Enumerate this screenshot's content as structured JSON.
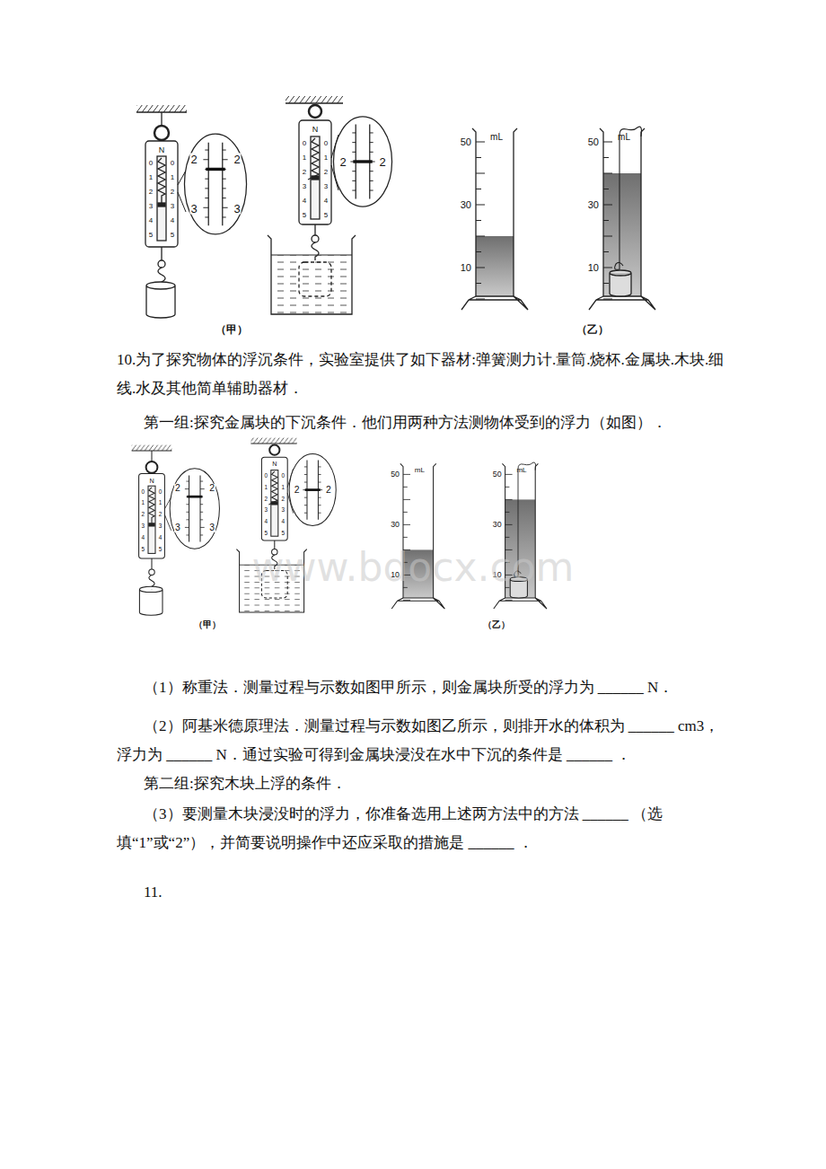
{
  "diagram": {
    "nodes": [
      {
        "text": [
          "2",
          "2",
          "3",
          "3"
        ]
      },
      {
        "text": [
          "2",
          "2"
        ]
      },
      {
        "text": [
          "2",
          "2",
          "3",
          "3"
        ]
      },
      {
        "text": [
          "2",
          "2"
        ]
      }
    ],
    "labels": [
      "N",
      "0",
      "1",
      "2",
      "3",
      "4",
      "5",
      "0",
      "1",
      "2",
      "3",
      "4",
      "5",
      "N",
      "0",
      "1",
      "2",
      "3",
      "4",
      "5",
      "0",
      "1",
      "2",
      "3",
      "4",
      "5",
      "mL",
      "50",
      "30",
      "10",
      "mL",
      "50",
      "30",
      "10",
      "（甲）",
      "（乙）",
      "N",
      "0",
      "1",
      "2",
      "3",
      "4",
      "5",
      "0",
      "1",
      "2",
      "3",
      "4",
      "5",
      "N",
      "0",
      "1",
      "2",
      "3",
      "4",
      "5",
      "0",
      "1",
      "2",
      "3",
      "4",
      "5",
      "mL",
      "50",
      "30",
      "10",
      "mL",
      "50",
      "30",
      "10",
      "（甲）",
      "（乙）",
      "www.bdocx.com",
      "10.为了探究物体的浮沉条件，实验室提供了如下器材:弹簧测力计.量筒.烧杯.金属块.木块.细线.水及其他简单辅助器材．",
      "第一组:探究金属块的下沉条件．他们用两种方法测物体受到的浮力（如图）．",
      "（1）称重法．测量过程与示数如图甲所示，则金属块所受的浮力为 ______ N．",
      "（2）阿基米德原理法．测量过程与示数如图乙所示，则排开水的体积为 ______ cm3，浮力为 ______ N．通过实验可得到金属块浸没在水中下沉的条件是 ______ ．",
      "第二组:探究木块上浮的条件．",
      "（3）要测量木块浸没时的浮力，你准备选用上述两方法中的方法 ______ （选填“1”或“2”），并简要说明操作中还应采取的措施是 ______ ．",
      "11."
    ]
  }
}
